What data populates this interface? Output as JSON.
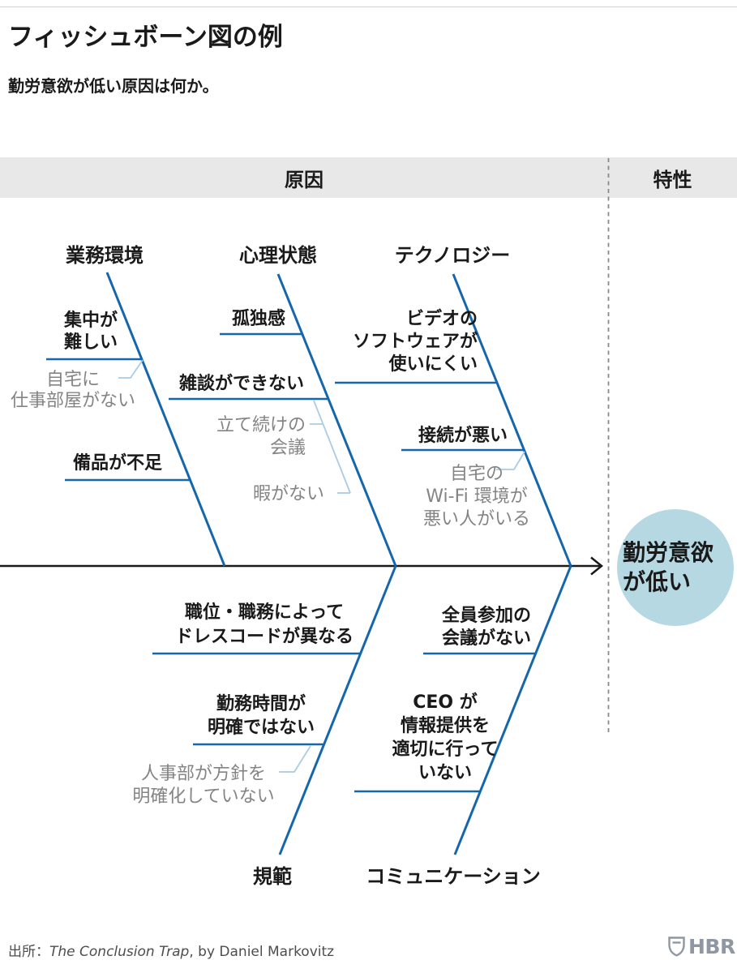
{
  "header": {
    "title": "フィッシュボーン図の例",
    "subtitle": "勤労意欲が低い原因は何か。"
  },
  "band": {
    "causes": "原因",
    "effect": "特性"
  },
  "branches": {
    "work_environment": {
      "label": "業務環境",
      "causes": {
        "hard_to_focus": "集中が\n難しい",
        "no_workroom_at_home": "自宅に\n仕事部屋がない",
        "lack_of_supplies": "備品が不足"
      }
    },
    "psychology": {
      "label": "心理状態",
      "causes": {
        "loneliness": "孤独感",
        "no_small_talk": "雑談ができない",
        "back_to_back_meetings": "立て続けの\n会議",
        "no_free_time": "暇がない"
      }
    },
    "technology": {
      "label": "テクノロジー",
      "causes": {
        "video_software_hard_to_use": "ビデオの\nソフトウェアが\n使いにくい",
        "bad_connection": "接続が悪い",
        "bad_home_wifi": "自宅の\nWi-Fi 環境が\n悪い人がいる"
      }
    },
    "norms": {
      "label": "規範",
      "causes": {
        "dress_code_differs": "職位・職務によって\nドレスコードが異なる",
        "unclear_work_hours": "勤務時間が\n明確ではない",
        "hr_no_clear_policy": "人事部が方針を\n明確化していない"
      }
    },
    "communication": {
      "label": "コミュニケーション",
      "causes": {
        "no_all_hands_meeting": "全員参加の\n会議がない",
        "ceo_not_informing": "CEO が\n情報提供を\n適切に行って\nいない"
      }
    }
  },
  "effect": {
    "text": "勤労意欲\nが低い"
  },
  "footer": {
    "source_label": "出所：",
    "source_title": "The Conclusion Trap",
    "source_rest": ", by Daniel Markovitz",
    "logo": "HBR"
  },
  "colors": {
    "branch_line": "#1467ac",
    "connector_line": "#a9cce4",
    "effect_fill": "#b5d8e2",
    "band_bg": "#e8e8e8",
    "secondary_text": "#848484",
    "spine": "#1a1a1a",
    "divider_dash": "#8a8a8a"
  }
}
